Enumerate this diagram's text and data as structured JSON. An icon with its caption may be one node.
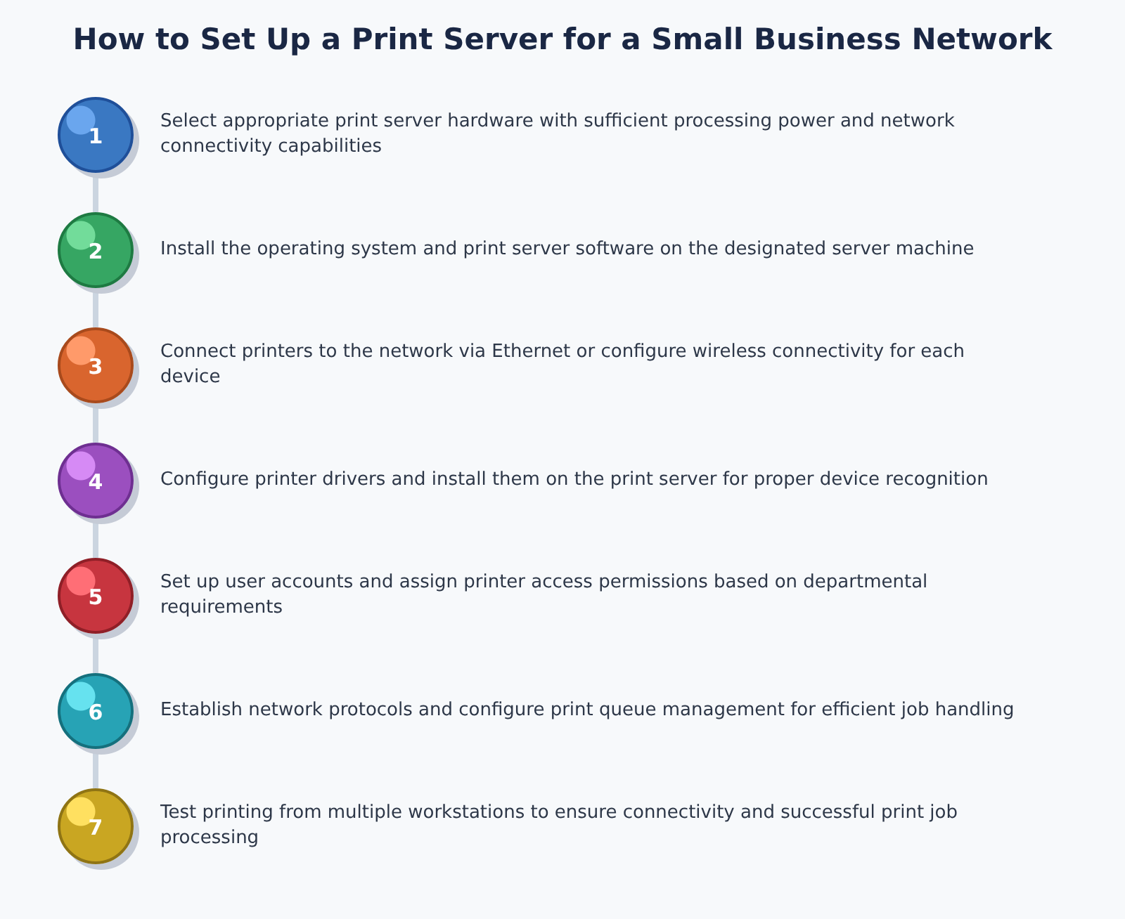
{
  "diagram": {
    "title": "How to Set Up a Print Server for a Small Business Network",
    "nodes": [
      {
        "text": [
          "1"
        ],
        "beside": [
          "Select appropriate print server hardware with sufficient processing power and network connectivity capabilities"
        ]
      },
      {
        "text": [
          "2"
        ],
        "beside": [
          "Install the operating system and print server software on the designated server machine"
        ]
      },
      {
        "text": [
          "3"
        ],
        "beside": [
          "Connect printers to the network via Ethernet or configure wireless connectivity for each device"
        ]
      },
      {
        "text": [
          "4"
        ],
        "beside": [
          "Configure printer drivers and install them on the print server for proper device recognition"
        ]
      },
      {
        "text": [
          "5"
        ],
        "beside": [
          "Set up user accounts and assign printer access permissions based on departmental requirements"
        ]
      },
      {
        "text": [
          "6"
        ],
        "beside": [
          "Establish network protocols and configure print queue management for efficient job handling"
        ]
      },
      {
        "text": [
          "7"
        ],
        "beside": [
          "Test printing from multiple workstations to ensure connectivity and successful print job processing"
        ]
      }
    ],
    "edges": [
      {
        "from": 0,
        "to": 1,
        "arrow": "none"
      },
      {
        "from": 1,
        "to": 2,
        "arrow": "none"
      },
      {
        "from": 2,
        "to": 3,
        "arrow": "none"
      },
      {
        "from": 3,
        "to": 4,
        "arrow": "none"
      },
      {
        "from": 4,
        "to": 5,
        "arrow": "none"
      },
      {
        "from": 5,
        "to": 6,
        "arrow": "none"
      }
    ]
  }
}
